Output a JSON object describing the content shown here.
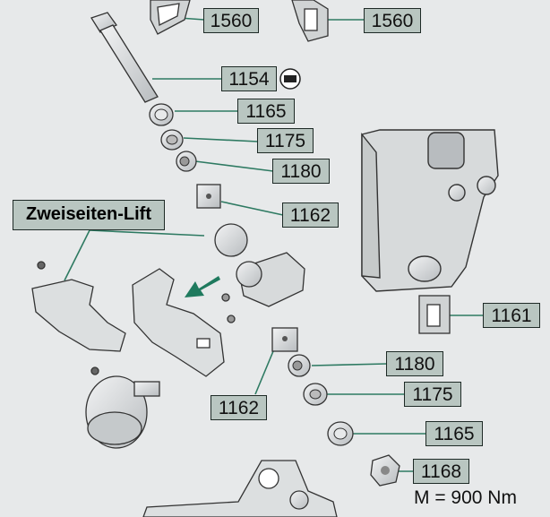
{
  "title": "Zweiseiten-Lift",
  "labels": [
    "1560",
    "1560",
    "1154",
    "1165",
    "1175",
    "1180",
    "1162",
    "1161",
    "1180",
    "1175",
    "1162",
    "1165",
    "1168"
  ],
  "torque": "M = 900 Nm",
  "colors": {
    "label_fill": "#b9c6c1",
    "line": "#2e7a62",
    "part_fill": "#d9dcdd",
    "part_stroke": "#3a3a3a",
    "arrow": "#1f7a5e",
    "background": "#e7e9ea"
  }
}
